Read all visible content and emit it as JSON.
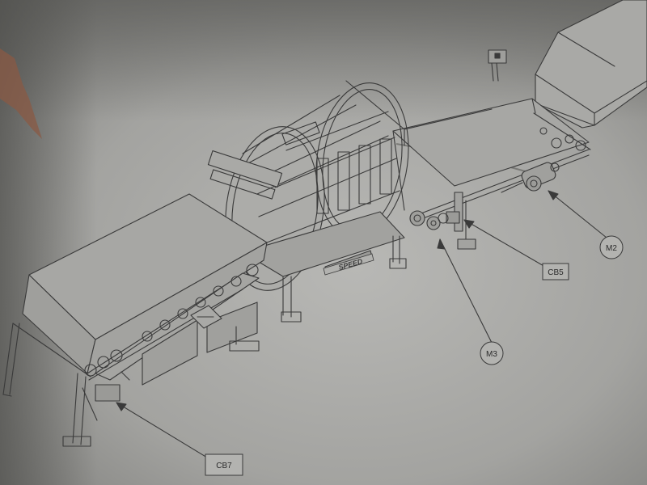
{
  "callouts": {
    "cb7": "CB7",
    "m3": "M3",
    "cb5": "CB5",
    "m2": "M2"
  },
  "brand": "SPEED",
  "colors": {
    "paper": "#a5a5a2",
    "line": "#3a3a3a",
    "shadow": "#6c6c69"
  }
}
